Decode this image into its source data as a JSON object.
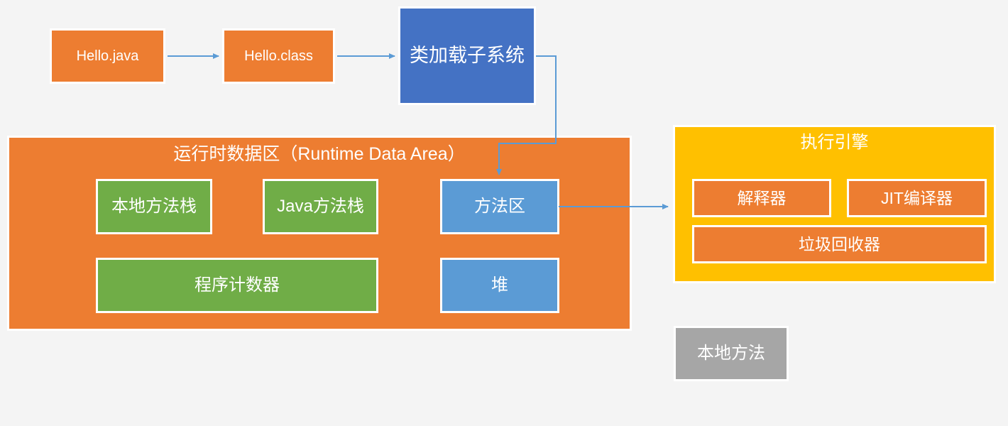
{
  "diagram": {
    "nodes": {
      "hello_java": "Hello.java",
      "hello_class": "Hello.class",
      "class_loader": "类加载子系统",
      "runtime_title": "运行时数据区（Runtime Data Area）",
      "native_method_stack": "本地方法栈",
      "java_method_stack": "Java方法栈",
      "method_area": "方法区",
      "program_counter": "程序计数器",
      "heap": "堆",
      "engine_title": "执行引擎",
      "interpreter": "解释器",
      "jit_compiler": "JIT编译器",
      "garbage_collector": "垃圾回收器",
      "native_method": "本地方法"
    },
    "connections": [
      {
        "from": "hello_java",
        "to": "hello_class",
        "type": "arrow"
      },
      {
        "from": "hello_class",
        "to": "class_loader",
        "type": "arrow"
      },
      {
        "from": "class_loader",
        "to": "method_area",
        "type": "elbow-arrow"
      },
      {
        "from": "method_area",
        "to": "execution_engine",
        "type": "arrow"
      }
    ],
    "colors": {
      "orange": "#ED7D31",
      "dark_blue": "#4472C4",
      "light_blue": "#5B9BD5",
      "green": "#70AD47",
      "yellow": "#FFC000",
      "gray": "#A6A6A6",
      "connector": "#5B9BD5",
      "background": "#F4F4F4",
      "text": "#FFFFFF"
    }
  }
}
